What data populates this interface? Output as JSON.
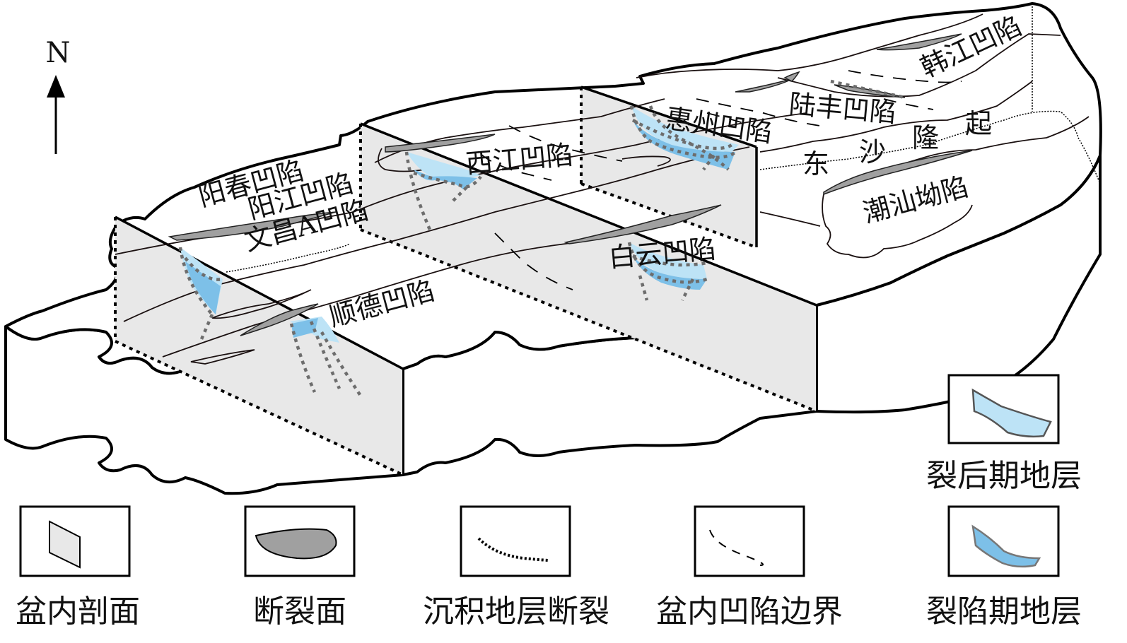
{
  "figure": {
    "compass": {
      "label": "N",
      "icon": "north-arrow"
    },
    "regions": {
      "yangchun": "阳春凹陷",
      "yangjiang": "阳江凹陷",
      "wenchang_a": "文昌A凹陷",
      "xijiang": "西江凹陷",
      "huizhou": "惠州凹陷",
      "lufeng": "陆丰凹陷",
      "hanjiang": "韩江凹陷",
      "dongsha_chars": [
        "东",
        "沙",
        "隆",
        "起"
      ],
      "chaoshan": "潮汕坳陷",
      "baiyun": "白云凹陷",
      "shunde": "顺德凹陷"
    },
    "colors": {
      "section_fill": "#e8e8e8",
      "fault_fill": "#a0a0a0",
      "post_rift_fill": "#bde3f6",
      "syn_rift_fill": "#7dc0e8",
      "strat_fault_stroke": "#6d6d6d"
    }
  },
  "legend": {
    "items": [
      {
        "key": "basin_section",
        "label": "盆内剖面",
        "symbol": "gray-parallelogram"
      },
      {
        "key": "fault_plane",
        "label": "断裂面",
        "symbol": "gray-lens"
      },
      {
        "key": "sediment_fault",
        "label": "沉积地层断裂",
        "symbol": "dotted-curve"
      },
      {
        "key": "depression_boundary",
        "label": "盆内凹陷边界",
        "symbol": "dashed-curve"
      },
      {
        "key": "post_rift",
        "label": "裂后期地层",
        "symbol": "light-blue-wedge"
      },
      {
        "key": "syn_rift",
        "label": "裂陷期地层",
        "symbol": "blue-wedge"
      }
    ]
  }
}
